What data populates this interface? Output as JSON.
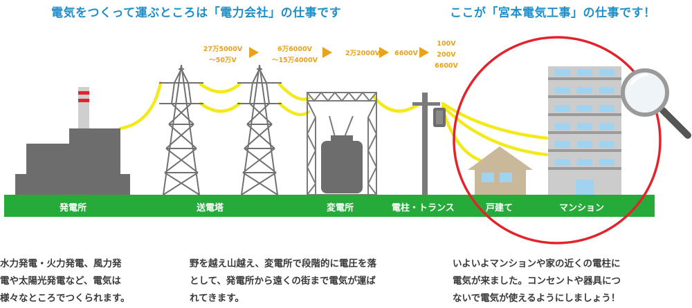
{
  "headings": {
    "power_company": "電気をつくって運ぶところは「電力会社」の仕事です",
    "miyamoto": "ここが「宮本電気工事」の仕事です！"
  },
  "voltages": {
    "v1_line1": "27万5000V",
    "v1_line2": "～50万V",
    "v2_line1": "6万6000V",
    "v2_line2": "～15万4000V",
    "v3": "2万2000V",
    "v4": "6600V",
    "v5_line1": "100V",
    "v5_line2": "200V",
    "v5_line3": "6600V"
  },
  "ground_labels": {
    "power_plant": "発電所",
    "transmission_tower": "送電塔",
    "substation": "変電所",
    "pole_transformer": "電柱・トランス",
    "house": "戸建て",
    "mansion": "マンション"
  },
  "descriptions": {
    "left_1": "水力発電・火力発電、風力発",
    "left_2": "電や太陽光発電など、電気は",
    "left_3": "様々なところでつくられます。",
    "middle_1": "野を越え山越え、変電所で段階的に電圧を落",
    "middle_2": "として、発電所から遠くの街まで電気が運ば",
    "middle_3": "れてきます。",
    "right_1": "いよいよマンションや家の近くの電柱に",
    "right_2": "電気が来ました。コンセントや器具につ",
    "right_3": "ないで電気が使えるようにしましょう！"
  },
  "colors": {
    "heading": "#1e8fc9",
    "voltage": "#e8a21b",
    "ground": "#26ab3a",
    "wire": "#f2ea1c",
    "highlight_circle": "#e3232b",
    "structure_gray": "#6d6d6d",
    "house_roof": "#c9b99a",
    "window_blue": "#9fd3f0"
  },
  "icons": [
    "power-plant-icon",
    "transmission-tower-icon",
    "substation-icon",
    "utility-pole-icon",
    "house-icon",
    "mansion-icon",
    "magnifier-icon",
    "arrow-right-icon"
  ]
}
